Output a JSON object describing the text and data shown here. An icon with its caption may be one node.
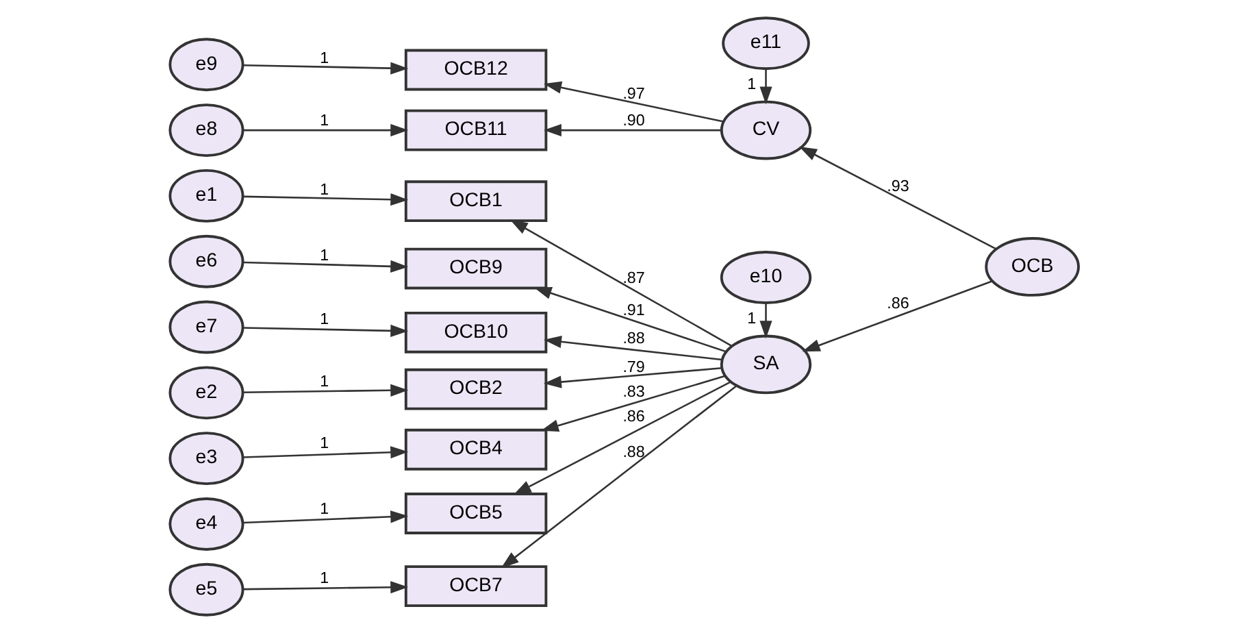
{
  "diagram": {
    "nodes": [
      {
        "text": [
          "e1"
        ]
      },
      {
        "text": [
          "e2"
        ]
      },
      {
        "text": [
          "e3"
        ]
      },
      {
        "text": [
          "e4"
        ]
      },
      {
        "text": [
          "e5"
        ]
      },
      {
        "text": [
          "e6"
        ]
      },
      {
        "text": [
          "e7"
        ]
      },
      {
        "text": [
          "OCB1"
        ]
      },
      {
        "text": [
          "OCB2"
        ]
      },
      {
        "text": [
          "OCB4"
        ]
      },
      {
        "text": [
          "OCB5"
        ]
      },
      {
        "text": [
          "OCB7"
        ]
      },
      {
        "text": [
          "OCB9"
        ]
      },
      {
        "text": [
          "OCB10"
        ]
      },
      {
        "text": [
          "e10"
        ]
      },
      {
        "text": [
          "SA"
        ]
      },
      {
        "text": [
          "OCB"
        ]
      },
      {
        "text": [
          "e11"
        ]
      },
      {
        "text": [
          "e8"
        ]
      },
      {
        "text": [
          "OCB11"
        ]
      },
      {
        "text": [
          "CV"
        ]
      },
      {
        "text": [
          "e9"
        ]
      },
      {
        "text": [
          "OCB12"
        ]
      }
    ],
    "edges": [
      {
        "from": 0,
        "to": 7,
        "arrow": "to",
        "label": "1"
      },
      {
        "from": 1,
        "to": 8,
        "arrow": "to",
        "label": "1"
      },
      {
        "from": 2,
        "to": 9,
        "arrow": "to",
        "label": "1"
      },
      {
        "from": 3,
        "to": 10,
        "arrow": "to",
        "label": "1"
      },
      {
        "from": 4,
        "to": 11,
        "arrow": "to",
        "label": "1"
      },
      {
        "from": 5,
        "to": 12,
        "arrow": "to",
        "label": "1"
      },
      {
        "from": 6,
        "to": 13,
        "arrow": "to",
        "label": "1"
      },
      {
        "from": 15,
        "to": 7,
        "arrow": "to",
        "label": ".87"
      },
      {
        "from": 15,
        "to": 8,
        "arrow": "to",
        "label": ".79"
      },
      {
        "from": 15,
        "to": 9,
        "arrow": "to",
        "label": ".83"
      },
      {
        "from": 15,
        "to": 10,
        "arrow": "to",
        "label": ".86"
      },
      {
        "from": 15,
        "to": 11,
        "arrow": "to",
        "label": ".88"
      },
      {
        "from": 15,
        "to": 12,
        "arrow": "to",
        "label": ".91"
      },
      {
        "from": 15,
        "to": 13,
        "arrow": "to",
        "label": ".88"
      },
      {
        "from": 14,
        "to": 15,
        "arrow": "to",
        "label": "1"
      },
      {
        "from": 16,
        "to": 15,
        "arrow": "to",
        "label": ".86"
      },
      {
        "from": 16,
        "to": 20,
        "arrow": "to",
        "label": ".93"
      },
      {
        "from": 17,
        "to": 20,
        "arrow": "to",
        "label": "1"
      },
      {
        "from": 18,
        "to": 19,
        "arrow": "to",
        "label": "1"
      },
      {
        "from": 21,
        "to": 22,
        "arrow": "to",
        "label": "1"
      },
      {
        "from": 20,
        "to": 19,
        "arrow": "to",
        "label": ".90"
      },
      {
        "from": 20,
        "to": 22,
        "arrow": "to",
        "label": ".97"
      }
    ]
  }
}
